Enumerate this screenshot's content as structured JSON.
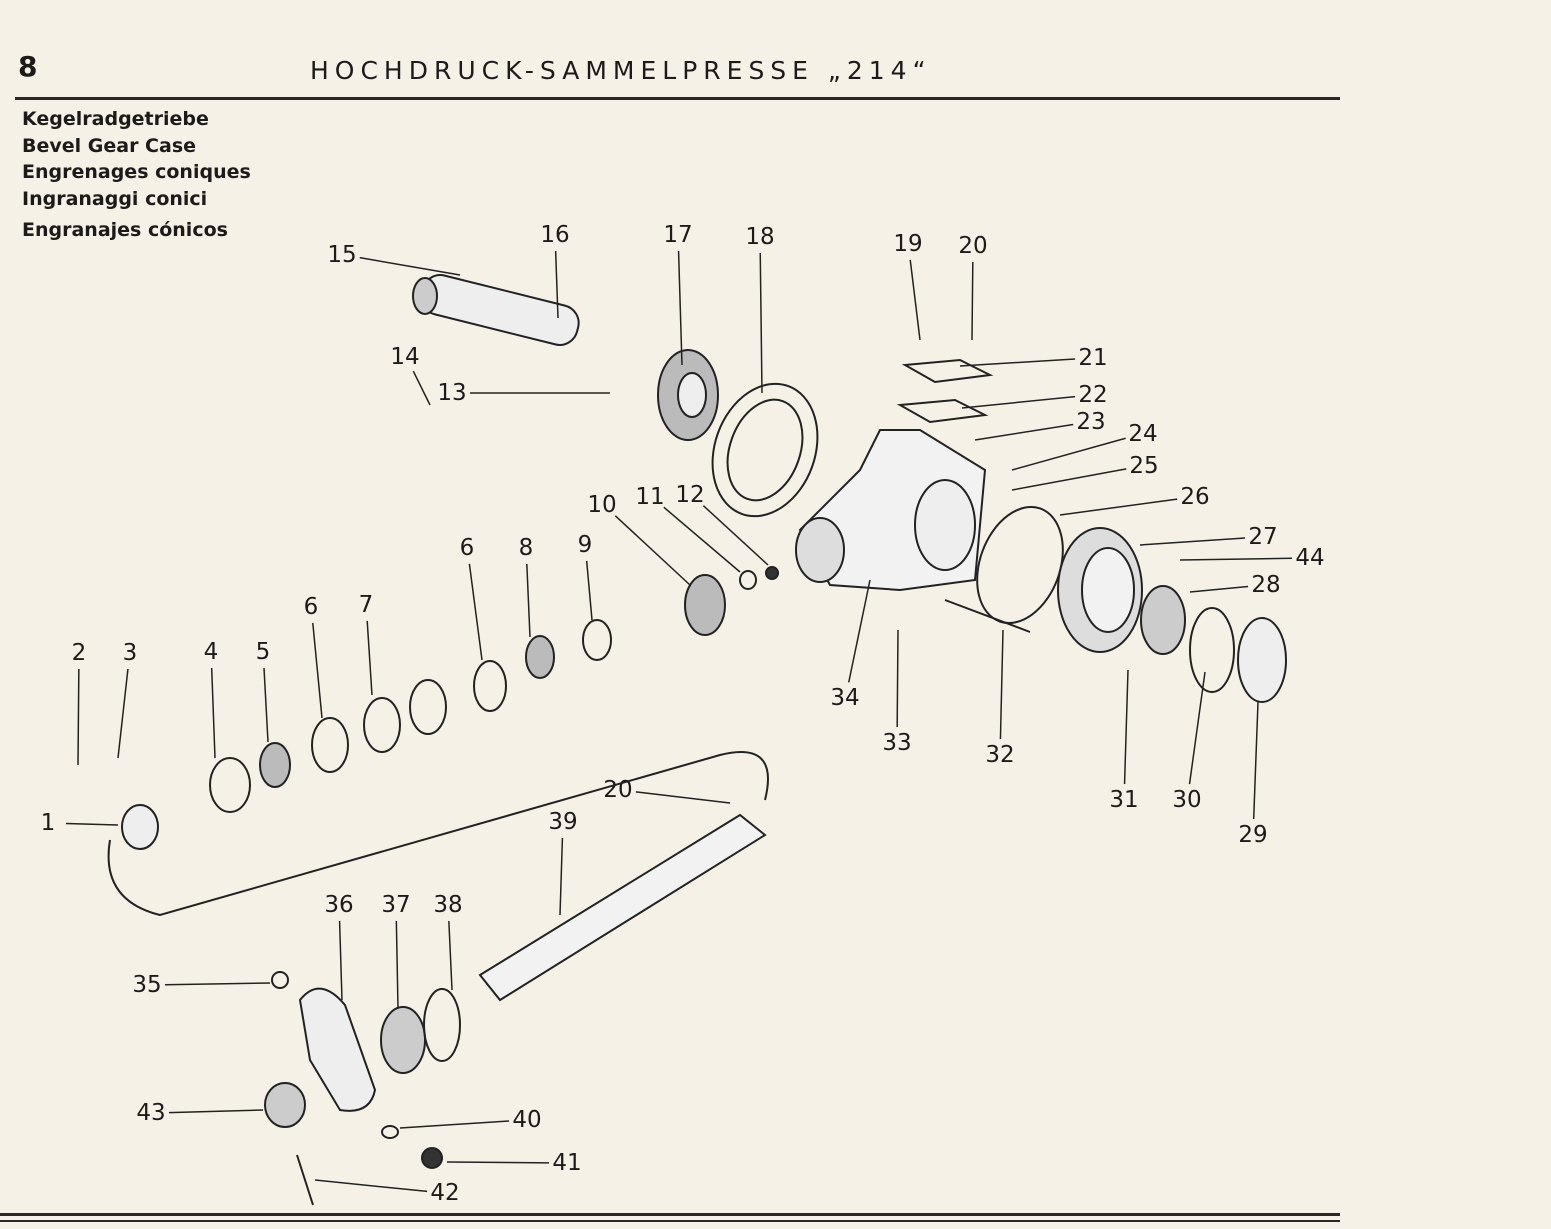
{
  "header": {
    "page_number": "8",
    "title": "HOCHDRUCK-SAMMELPRESSE „214“"
  },
  "subtitle": [
    "Kegelradgetriebe",
    "Bevel Gear Case",
    "Engrenages coniques",
    "Ingranaggi conici",
    "Engranajes cónicos"
  ],
  "callouts": [
    "15",
    "16",
    "17",
    "18",
    "19",
    "20",
    "21",
    "22",
    "23",
    "24",
    "25",
    "26",
    "27",
    "44",
    "28",
    "29",
    "30",
    "31",
    "32",
    "33",
    "34",
    "10",
    "11",
    "12",
    "13",
    "14",
    "6",
    "8",
    "9",
    "6",
    "7",
    "5",
    "4",
    "2",
    "3",
    "1",
    "20",
    "39",
    "36",
    "37",
    "38",
    "35",
    "43",
    "40",
    "41",
    "42"
  ]
}
